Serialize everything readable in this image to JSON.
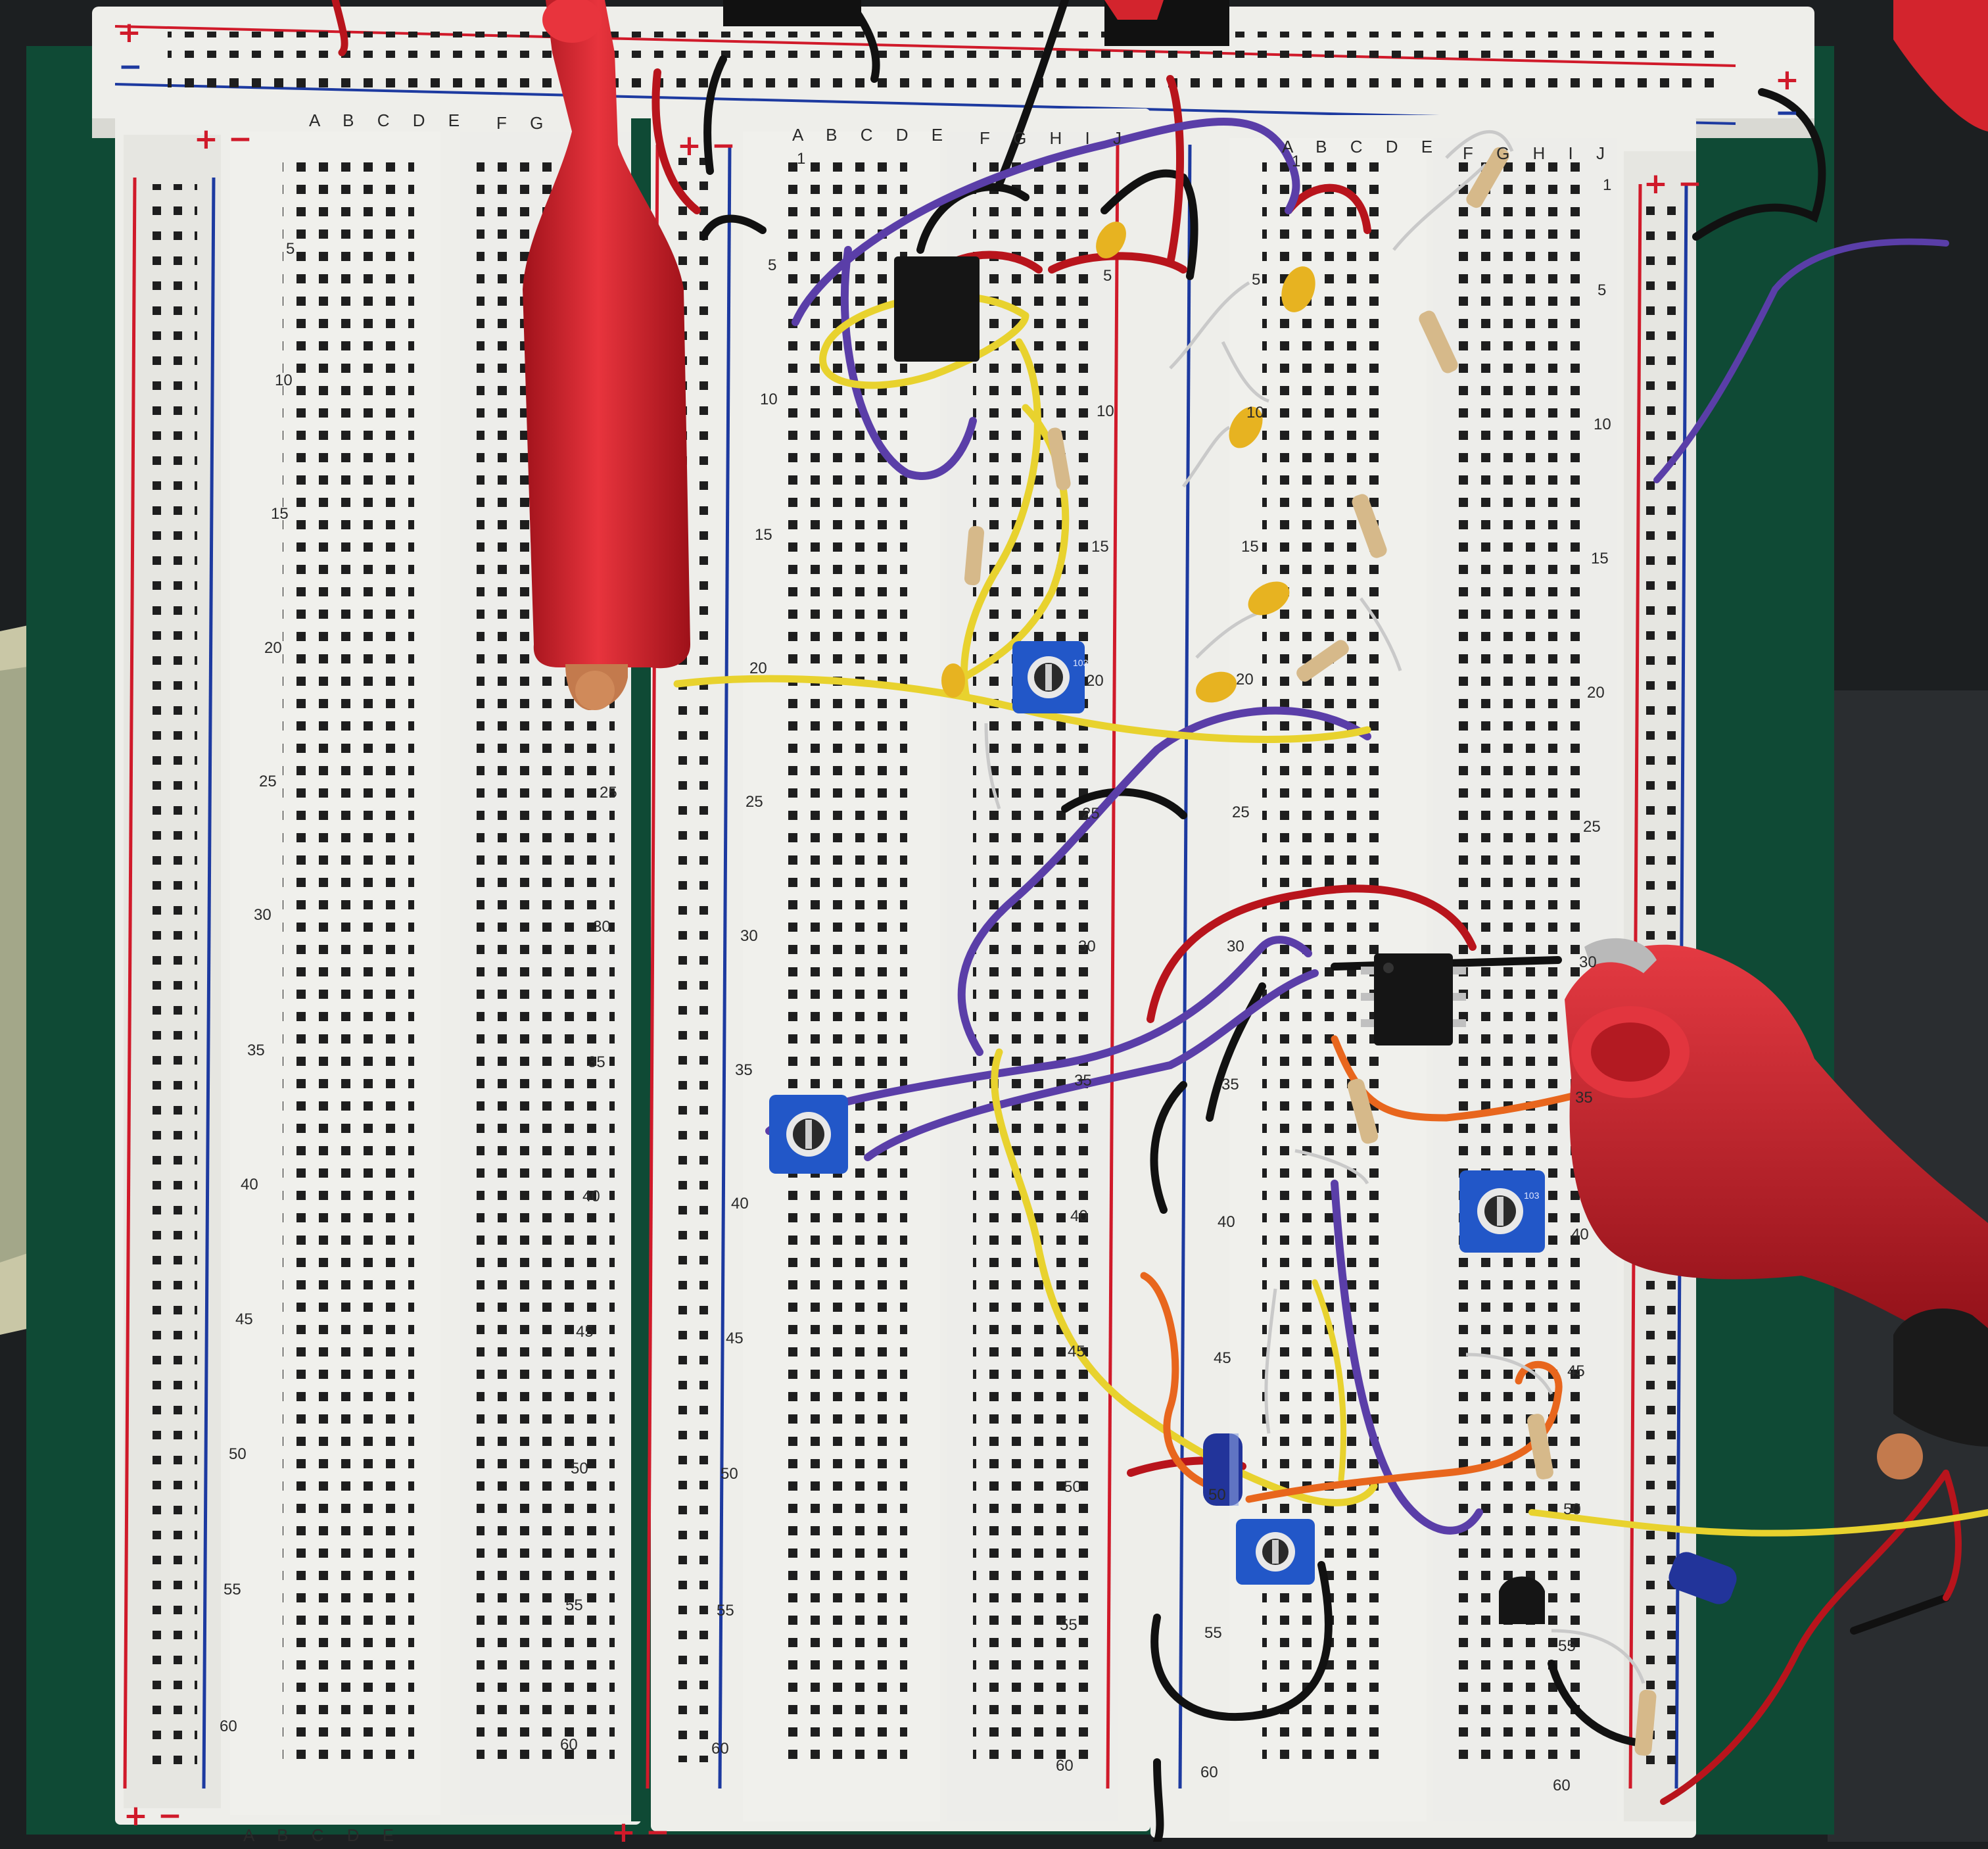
{
  "photo": {
    "subject": "breadboard-circuit",
    "colors": {
      "table": "#1c1f21",
      "green_base": "#0f4a35",
      "board": "#eeeeea",
      "hole": "#1e1e1e",
      "rail_red": "#d01a2a",
      "rail_blue": "#1d3aa0",
      "clip_red": "#d3242d",
      "wire_yellow": "#e8d22e",
      "wire_purple": "#5a3ea8",
      "wire_red": "#b8141c",
      "wire_black": "#111111",
      "wire_orange": "#e8661d",
      "trimpot_blue": "#2257c8",
      "capacitor_yellow": "#e7b321",
      "resistor_tan": "#d6b98a",
      "electrolytic_blue": "#22349a",
      "ic_black": "#151515"
    }
  },
  "boards": [
    {
      "column_labels_left": "A B C D E",
      "column_labels_right": "F G",
      "row_numbers": [
        "5",
        "10",
        "15",
        "20",
        "25",
        "30",
        "35",
        "40",
        "45",
        "50",
        "55",
        "60"
      ],
      "right_row_numbers": [
        "25",
        "30",
        "35",
        "40",
        "45",
        "50",
        "55",
        "60"
      ],
      "bottom_labels": "A B C D E"
    },
    {
      "column_labels_left": "A B C D E",
      "column_labels_right": "F G H I J",
      "row_numbers": [
        "1",
        "5",
        "10",
        "15",
        "20",
        "25",
        "30",
        "35",
        "40",
        "45",
        "50",
        "55",
        "60"
      ],
      "right_row_numbers": [
        "5",
        "10",
        "15",
        "20",
        "25",
        "30",
        "35",
        "40",
        "45",
        "50",
        "55",
        "60"
      ]
    },
    {
      "column_labels_left": "A B C D E",
      "column_labels_right": "F G H I J",
      "row_numbers": [
        "1",
        "5",
        "10",
        "15",
        "20",
        "25",
        "30",
        "35",
        "40",
        "45",
        "50",
        "55",
        "60"
      ],
      "right_row_numbers": [
        "1",
        "5",
        "10",
        "15",
        "20",
        "25",
        "30",
        "35",
        "40",
        "45",
        "50",
        "55",
        "60"
      ]
    }
  ],
  "rail_signs": {
    "plus": "+",
    "minus": "−",
    "pair": "+ −"
  },
  "trimpot_marking": "103"
}
